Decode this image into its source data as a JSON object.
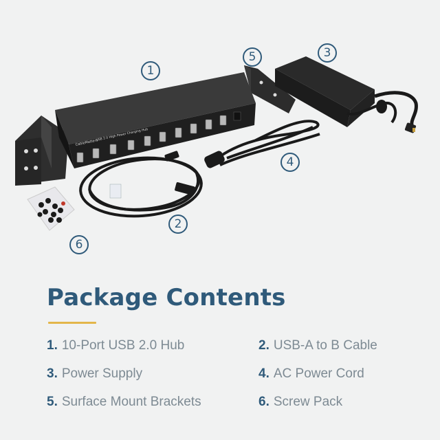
{
  "callouts": {
    "c1": "1",
    "c2": "2",
    "c3": "3",
    "c4": "4",
    "c5": "5",
    "c6": "6"
  },
  "hub": {
    "brand": "CableMatters",
    "model_text": "USB 2.0 High Power Charging Hub"
  },
  "title": "Package Contents",
  "items": [
    {
      "num": "1.",
      "label": "10-Port USB 2.0 Hub"
    },
    {
      "num": "2.",
      "label": "USB-A to B Cable"
    },
    {
      "num": "3.",
      "label": "Power Supply"
    },
    {
      "num": "4.",
      "label": "AC Power Cord"
    },
    {
      "num": "5.",
      "label": "Surface Mount Brackets"
    },
    {
      "num": "6.",
      "label": "Screw Pack"
    }
  ],
  "colors": {
    "accent": "#2f5a7a",
    "rule": "#e3b64a",
    "item_text": "#7d8a93",
    "background": "#f1f2f2"
  }
}
